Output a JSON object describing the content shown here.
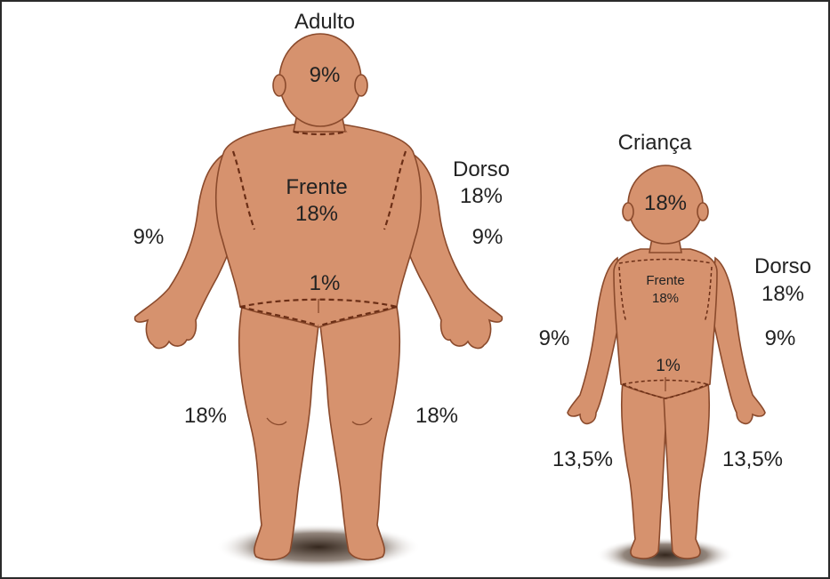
{
  "adult": {
    "title": "Adulto",
    "head": "9%",
    "front_label": "Frente",
    "front_value": "18%",
    "back_label": "Dorso",
    "back_value": "18%",
    "left_arm": "9%",
    "right_arm": "9%",
    "genital": "1%",
    "left_leg": "18%",
    "right_leg": "18%"
  },
  "child": {
    "title": "Criança",
    "head": "18%",
    "front_label": "Frente",
    "front_value": "18%",
    "back_label": "Dorso",
    "back_value": "18%",
    "left_arm": "9%",
    "right_arm": "9%",
    "genital": "1%",
    "left_leg": "13,5%",
    "right_leg": "13,5%"
  },
  "colors": {
    "skin": "#d6926e",
    "outline": "#8a4a2c",
    "seam": "#6b2e16",
    "shadow": "#3a2a1e",
    "text": "#222222"
  }
}
